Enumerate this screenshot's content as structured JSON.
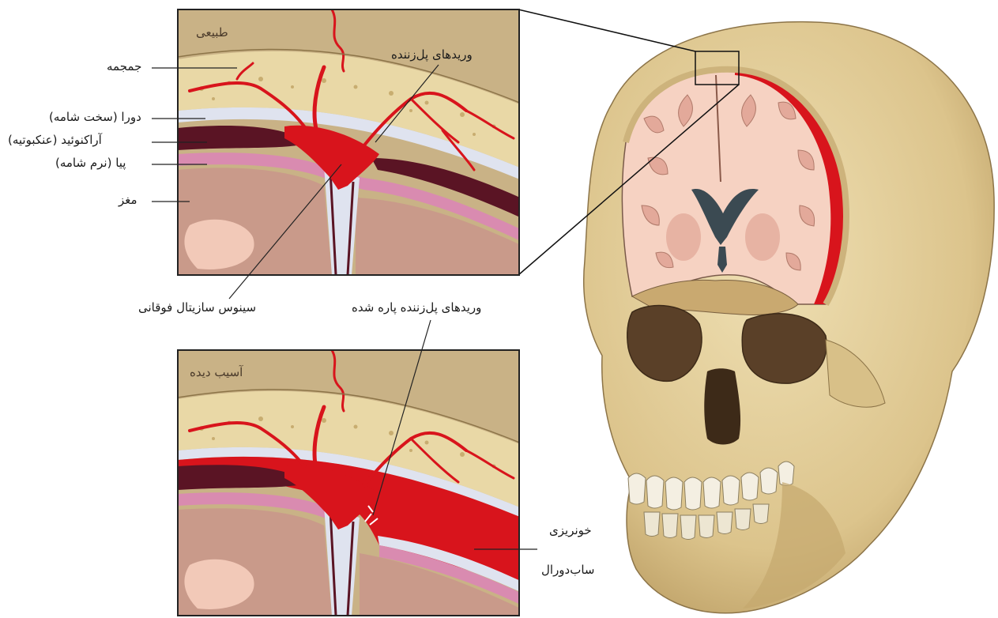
{
  "panels": {
    "normal": {
      "title": "طبیعی"
    },
    "injured": {
      "title": "آسیب دیده"
    }
  },
  "labels": {
    "skull": "جمجمه",
    "dura": "دورا (سخت شامه)",
    "arachnoid": "آراکنوئید (عنکبوتیه)",
    "pia": "پیا (نرم شامه)",
    "brain": "مغز",
    "bridging_veins": "وریدهای پل‌زننده",
    "superior_sagittal_sinus": "سینوس سازیتال فوقانی",
    "torn_bridging_veins": "وریدهای پل‌زننده پاره شده",
    "subdural_hemorrhage_line1": "خونریزی",
    "subdural_hemorrhage_line2": "ساب‌دورال"
  },
  "colors": {
    "bone": "#e6d3a0",
    "bone_dark": "#c9b27a",
    "blood": "#d8141c",
    "dark_vein": "#5a1424",
    "pia_pink": "#d98bb0",
    "brain_tan": "#c99a8a",
    "brain_light": "#f2c9b8",
    "panel_top": "#b9a07a",
    "outline": "#222222"
  }
}
